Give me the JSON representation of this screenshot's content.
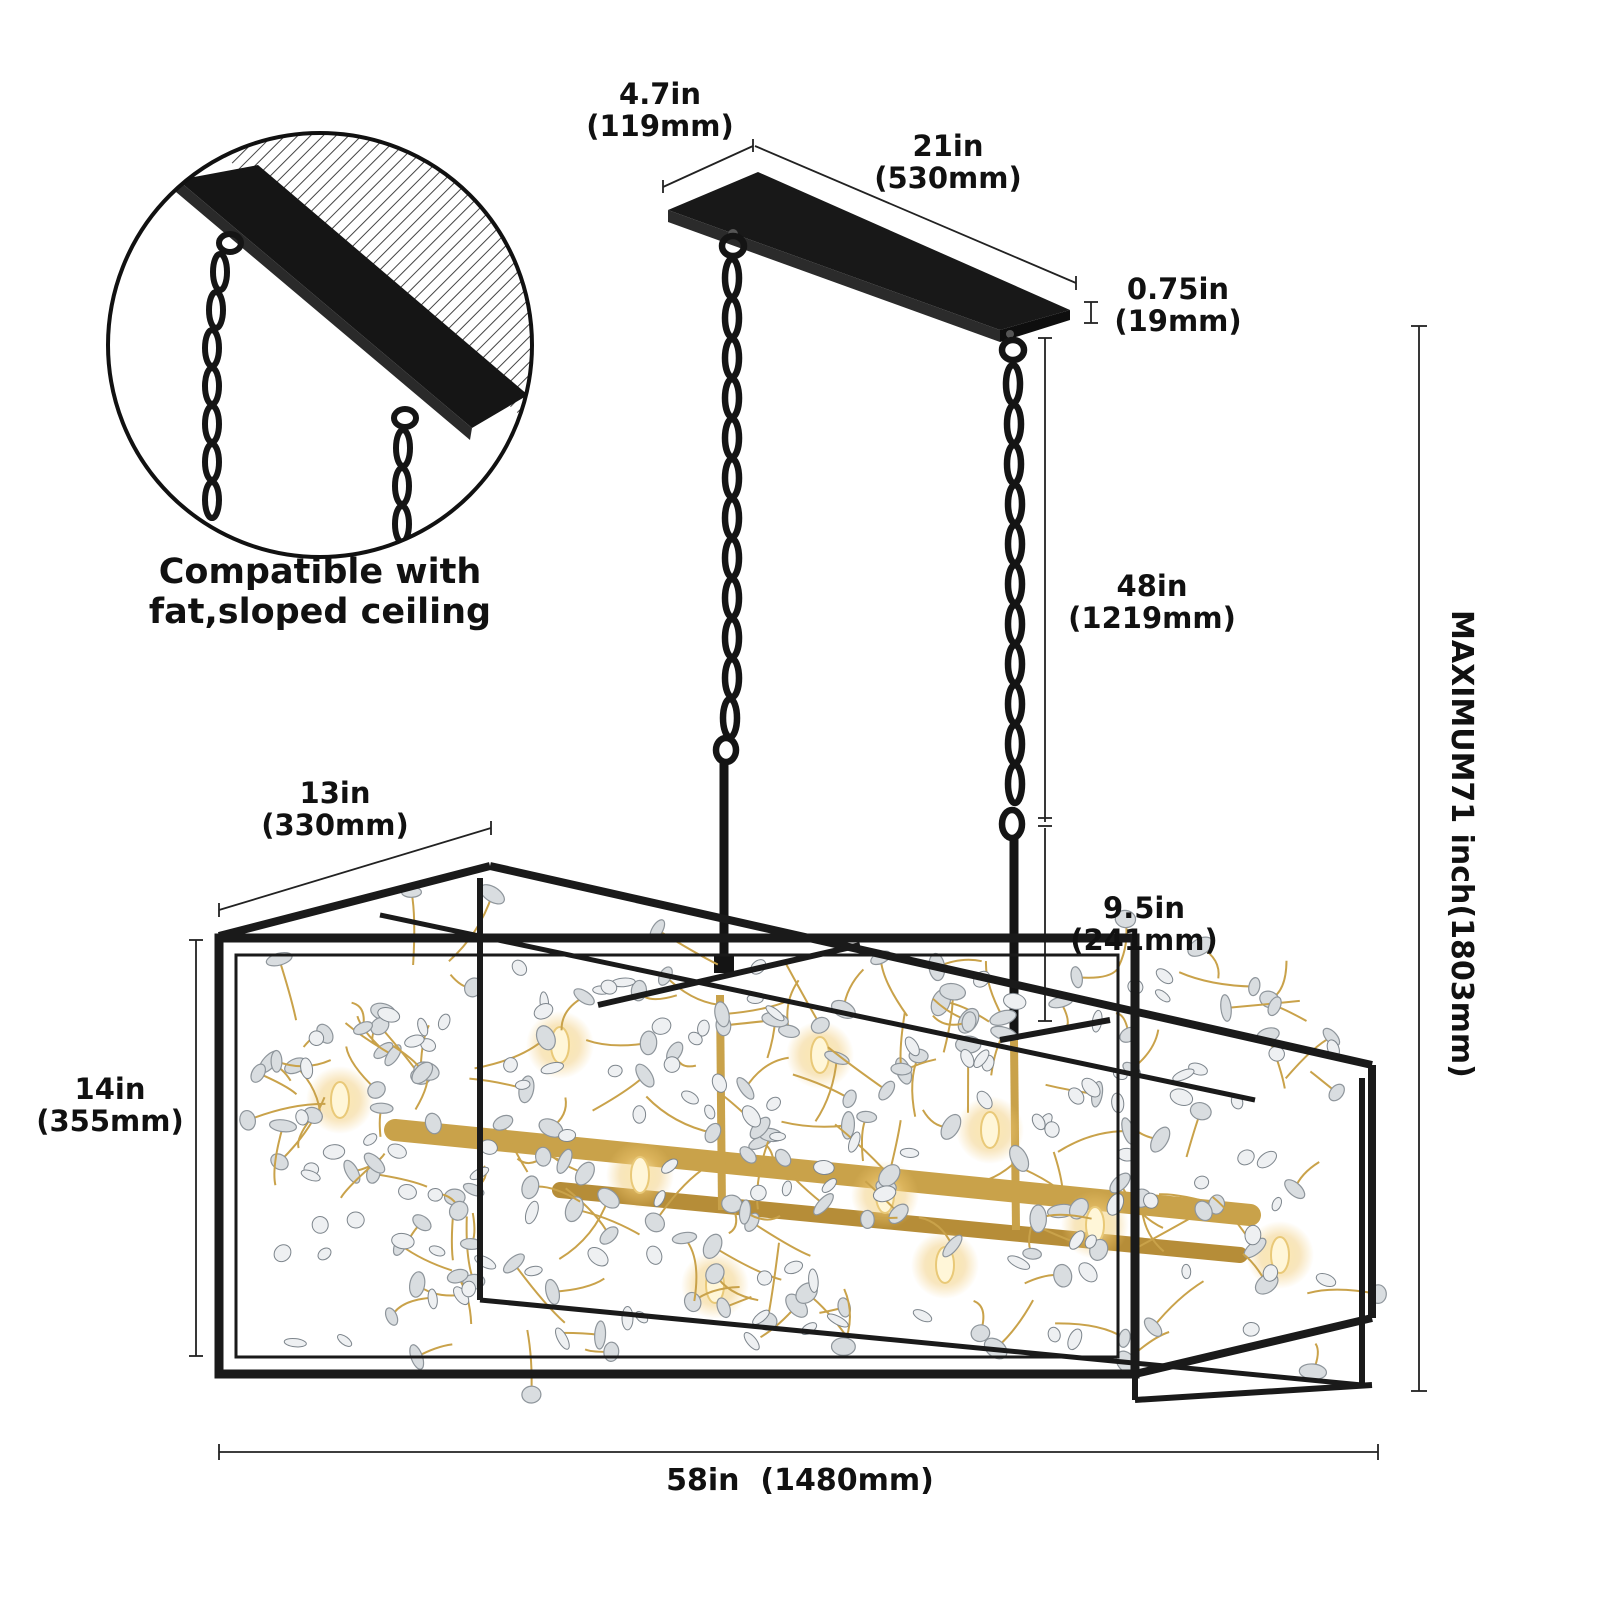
{
  "colors": {
    "background": "#ffffff",
    "frame": "#1a1a1a",
    "brass": "#c9a24a",
    "crystal": "#d9dde0",
    "text": "#111111"
  },
  "canopy": {
    "depth": "4.7in",
    "depth_mm": "(119mm)",
    "length": "21in",
    "length_mm": "(530mm)",
    "thickness": "0.75in",
    "thickness_mm": "(19mm)"
  },
  "chain": {
    "length": "48in",
    "length_mm": "(1219mm)"
  },
  "rod": {
    "length": "9.5in",
    "length_mm": "(241mm)"
  },
  "cage": {
    "depth": "13in",
    "depth_mm": "(330mm)",
    "height": "14in",
    "height_mm": "(355mm)",
    "width_label": "58in  (1480mm)"
  },
  "maximum_height": "MAXIMUM71 inch(1803mm)",
  "inset": {
    "caption_line1": "Compatible with",
    "caption_line2": "fat,sloped ceiling"
  }
}
